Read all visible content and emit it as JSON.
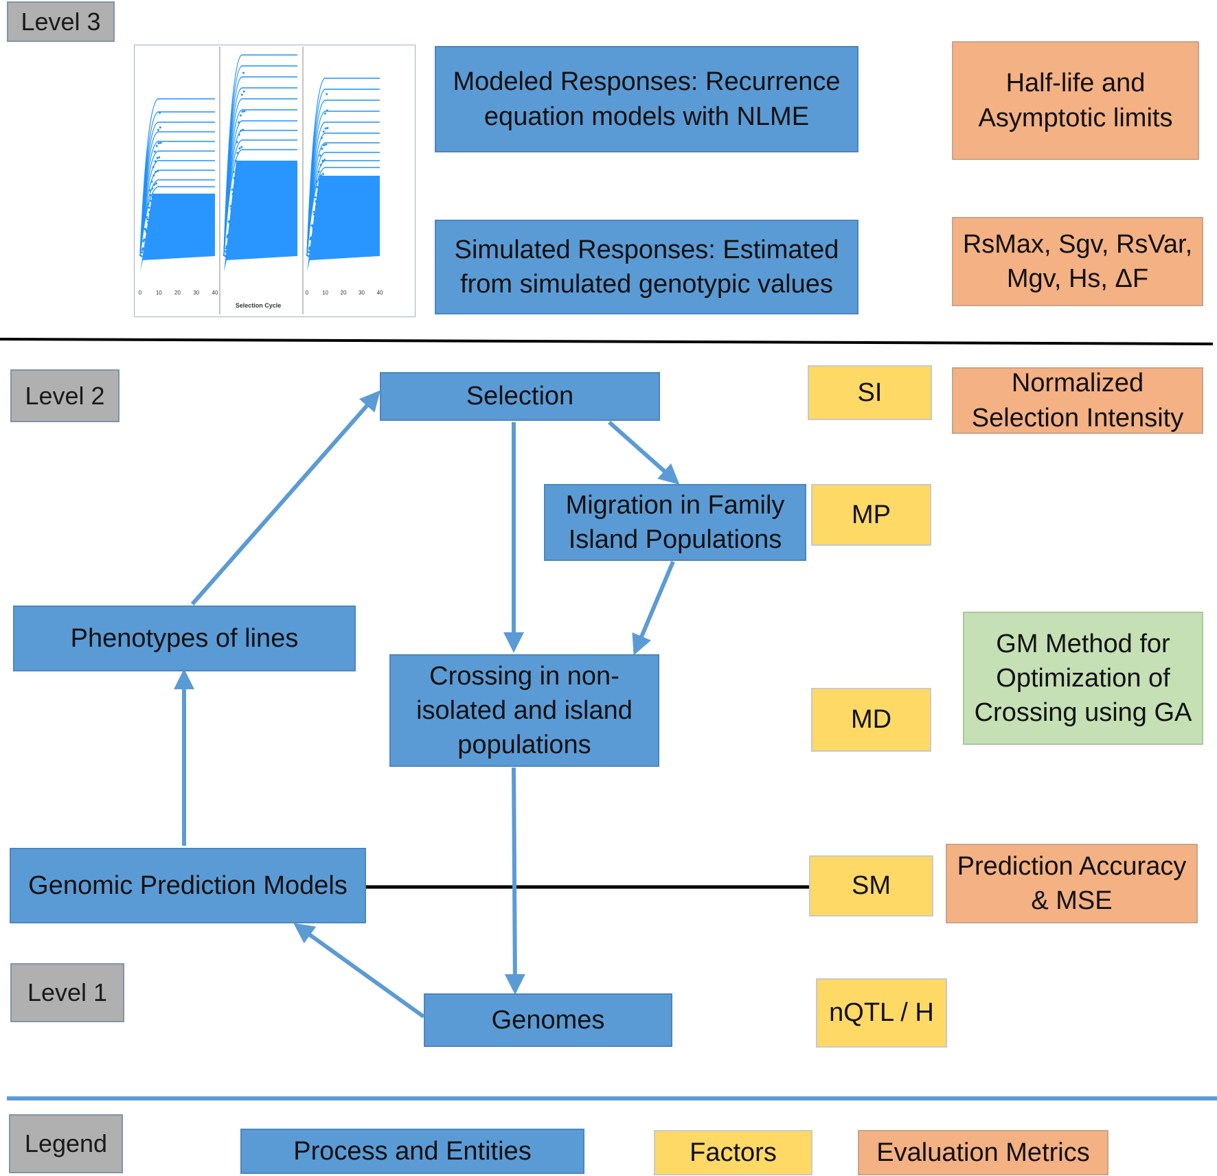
{
  "levels": {
    "level3": "Level 3",
    "level2": "Level 2",
    "level1": "Level 1",
    "legend": "Legend"
  },
  "thumbnail": {
    "x_axis_label": "Selection Cycle",
    "x_ticks": [
      "0",
      "10",
      "20",
      "30",
      "40"
    ],
    "marker_color": "#1e90ff"
  },
  "level3": {
    "modeled": "Modeled Responses: Recurrence\nequation models with NLME",
    "simulated": "Simulated Responses: Estimated\nfrom simulated genotypic values",
    "halflife": "Half-life and\nAsymptotic limits",
    "metrics": "RsMax, Sgv, RsVar,\nMgv, Hs, ΔF"
  },
  "level2": {
    "selection": "Selection",
    "migration": "Migration in Family\nIsland Populations",
    "phenotypes": "Phenotypes of lines",
    "crossing": "Crossing in non-\nisolated and island\npopulations",
    "si": "SI",
    "nsi": "Normalized\nSelection Intensity",
    "mp": "MP",
    "md": "MD",
    "gm": "GM Method for\nOptimization of\nCrossing using GA"
  },
  "level1": {
    "gpm": "Genomic Prediction Models",
    "sm": "SM",
    "pred_acc": "Prediction Accuracy\n& MSE",
    "genomes": "Genomes",
    "nqtl": "nQTL / H"
  },
  "legend": {
    "process": "Process and Entities",
    "factors": "Factors",
    "metrics": "Evaluation Metrics"
  },
  "colors": {
    "process": "#5b9bd5",
    "factor": "#ffd966",
    "metric": "#f4b183",
    "gm": "#c5e0b4",
    "level": "#b0b0b0",
    "arrow": "#5b9bd5"
  }
}
